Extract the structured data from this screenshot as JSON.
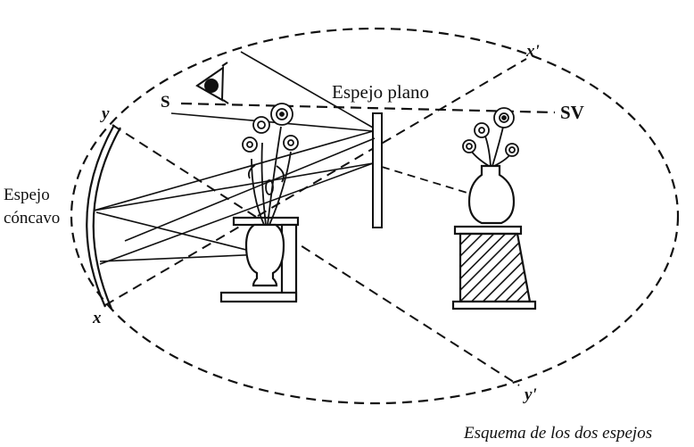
{
  "labels": {
    "plane_mirror": "Espejo plano",
    "concave_mirror_line1": "Espejo",
    "concave_mirror_line2": "cóncavo",
    "source": "S",
    "virtual_source": "SV",
    "point_y": "y",
    "point_x": "x",
    "point_x_prime": "x'",
    "point_y_prime": "y'",
    "caption": "Esquema de los dos espejos"
  },
  "colors": {
    "ink": "#111111",
    "background": "#ffffff"
  },
  "icons": [
    "eye-icon",
    "flower-vase-icon"
  ]
}
